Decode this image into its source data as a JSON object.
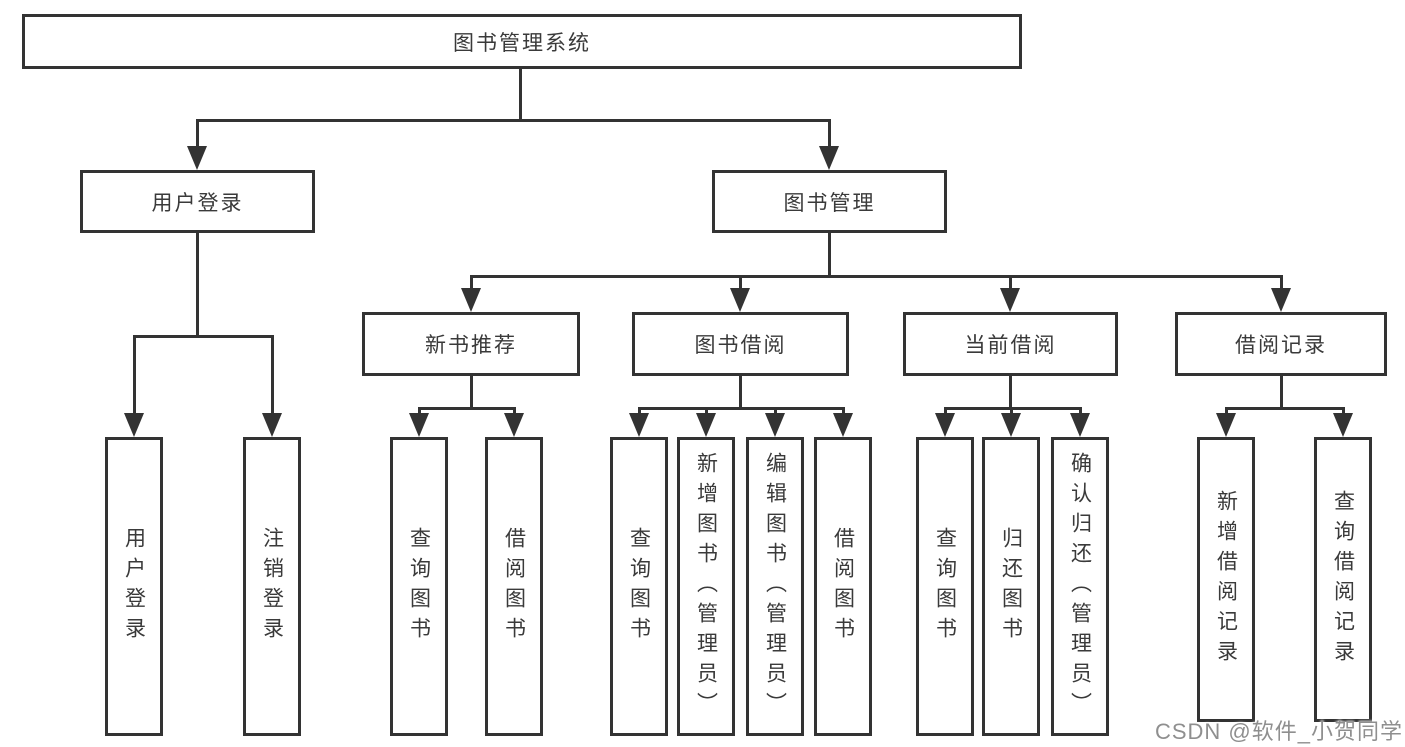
{
  "diagram_title": "图书管理系统",
  "nodes": {
    "root": {
      "label": "图书管理系统"
    },
    "user_login": {
      "label": "用户登录"
    },
    "book_mgmt": {
      "label": "图书管理"
    },
    "new_book_rec": {
      "label": "新书推荐"
    },
    "book_borrow": {
      "label": "图书借阅"
    },
    "current_borrow": {
      "label": "当前借阅"
    },
    "borrow_records": {
      "label": "借阅记录"
    },
    "leaf_user_login": {
      "label": "用户登录"
    },
    "leaf_logout": {
      "label": "注销登录"
    },
    "leaf_query_books_rec": {
      "label": "查询图书"
    },
    "leaf_borrow_books_rec": {
      "label": "借阅图书"
    },
    "leaf_query_books_borrow": {
      "label": "查询图书"
    },
    "leaf_add_books": {
      "label": "新增图书（管理员）"
    },
    "leaf_edit_books": {
      "label": "编辑图书（管理员）"
    },
    "leaf_borrow_books_borrow": {
      "label": "借阅图书"
    },
    "leaf_query_books_current": {
      "label": "查询图书"
    },
    "leaf_return_books": {
      "label": "归还图书"
    },
    "leaf_confirm_return": {
      "label": "确认归还（管理员）"
    },
    "leaf_add_record": {
      "label": "新增借阅记录"
    },
    "leaf_query_record": {
      "label": "查询借阅记录"
    }
  },
  "hierarchy": {
    "图书管理系统": {
      "用户登录": [
        "用户登录",
        "注销登录"
      ],
      "图书管理": {
        "新书推荐": [
          "查询图书",
          "借阅图书"
        ],
        "图书借阅": [
          "查询图书",
          "新增图书（管理员）",
          "编辑图书（管理员）",
          "借阅图书"
        ],
        "当前借阅": [
          "查询图书",
          "归还图书",
          "确认归还（管理员）"
        ],
        "借阅记录": [
          "新增借阅记录",
          "查询借阅记录"
        ]
      }
    }
  },
  "watermark": {
    "text": "CSDN @软件_小贺同学"
  },
  "colors": {
    "line": "#333333",
    "box_border": "#333333",
    "text": "#3a3a3a",
    "watermark": "#8f8f8f",
    "background": "#ffffff"
  }
}
